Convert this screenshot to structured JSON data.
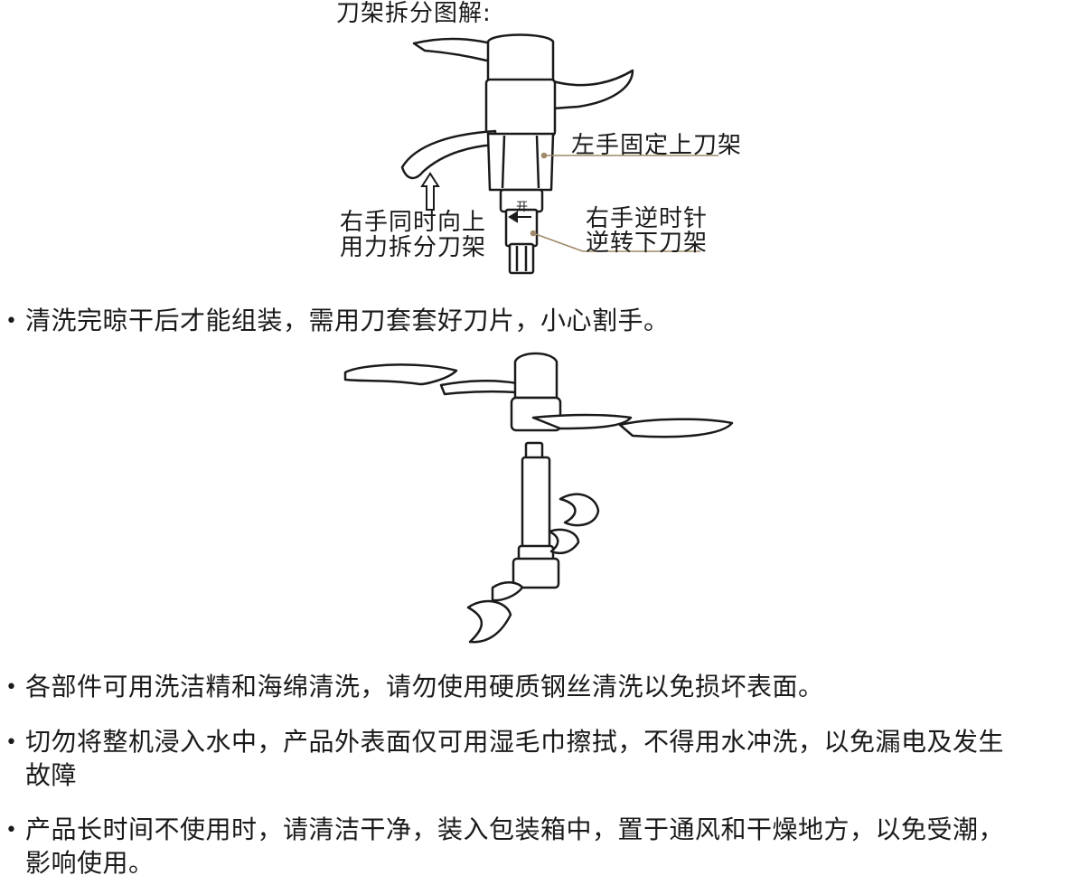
{
  "diagram_title": "刀架拆分图解:",
  "callouts": {
    "left_fix_upper": "左手固定上刀架",
    "right_lift_line1": "右手同时向上",
    "right_lift_line2": "用力拆分刀架",
    "right_turn_line1": "右手逆时针",
    "right_turn_line2": "逆转下刀架",
    "open_mark": "开"
  },
  "bullets": [
    {
      "bullet": "•",
      "text": "清洗完晾干后才能组装，需用刀套套好刀片，小心割手。"
    },
    {
      "bullet": "•",
      "text": "各部件可用洗洁精和海绵清洗，请勿使用硬质钢丝清洗以免损坏表面。"
    },
    {
      "bullet": "•",
      "text": "切勿将整机浸入水中，产品外表面仅可用湿毛巾擦拭，不得用水冲洗，以免漏电及发生",
      "continuation": "故障"
    },
    {
      "bullet": "•",
      "text": "产品长时间不使用时，请清洁干净，装入包装箱中，置于通风和干燥地方，以免受潮，",
      "continuation": "影响使用。"
    }
  ],
  "colors": {
    "leader_line": "#a08a6a",
    "ink": "#1a1a1a"
  },
  "icons": [
    "up-arrow-icon",
    "left-arrow-icon"
  ]
}
